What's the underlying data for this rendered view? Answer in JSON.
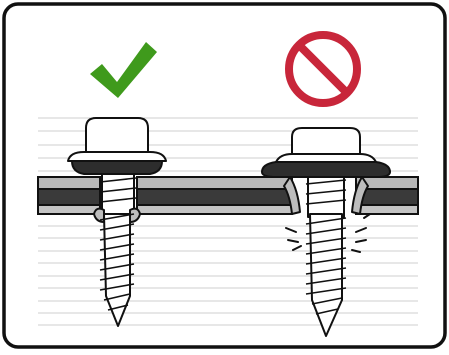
{
  "diagram": {
    "left_panel": {
      "verdict": "correct",
      "verdict_icon": "checkmark-icon",
      "subject": "screw-correctly-tightened",
      "washer_state": "flat"
    },
    "right_panel": {
      "verdict": "incorrect",
      "verdict_icon": "prohibited-icon",
      "subject": "screw-overtightened",
      "washer_state": "squeezed"
    },
    "colors": {
      "check": "#3f9a1c",
      "prohibited": "#c8263a",
      "outline": "#111111",
      "sheet_top": "#b8b8b8",
      "sheet_mid": "#3a3a3a",
      "sheet_bottom": "#c4c4c4",
      "background_lines": "#c8c8c8"
    }
  }
}
